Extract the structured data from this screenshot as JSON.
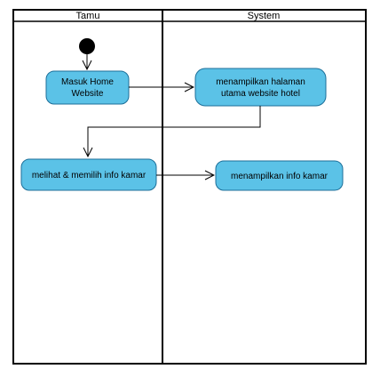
{
  "lanes": {
    "left": {
      "label": "Tamu"
    },
    "right": {
      "label": "System"
    }
  },
  "nodes": {
    "masuk_home": {
      "lines": [
        "Masuk Home",
        "Website"
      ]
    },
    "menampilkan_halaman": {
      "lines": [
        "menampilkan halaman",
        "utama website hotel"
      ]
    },
    "melihat_memilih": {
      "lines": [
        "melihat & memilih info kamar"
      ]
    },
    "menampilkan_info": {
      "lines": [
        "menampilkan info kamar"
      ]
    }
  },
  "colors": {
    "node_fill": "#5bc2e7",
    "node_stroke": "#1c6f99",
    "line": "#000000",
    "start": "#000000"
  }
}
